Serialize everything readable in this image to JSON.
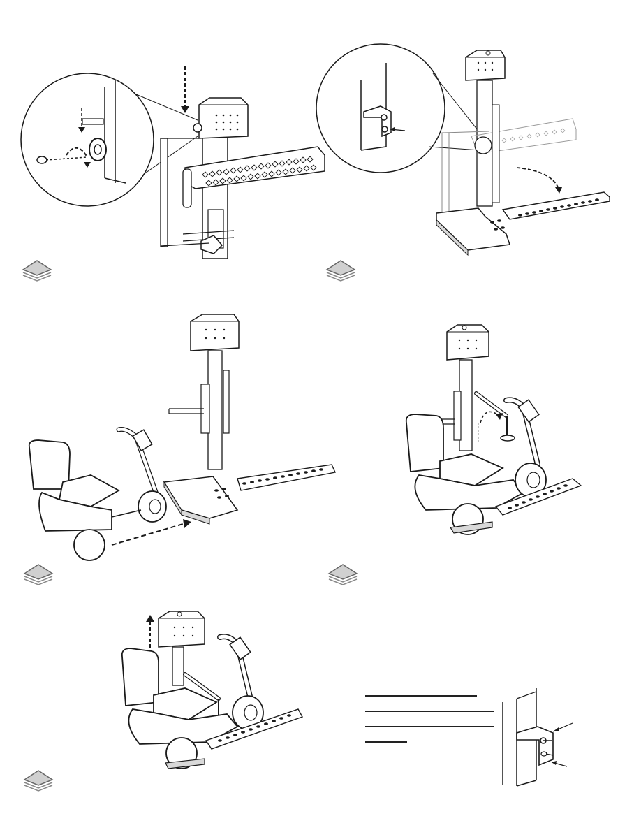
{
  "page": {
    "steps": [
      {
        "id": "step-1",
        "icon": "step-stack-icon"
      },
      {
        "id": "step-2",
        "icon": "step-stack-icon"
      },
      {
        "id": "step-3",
        "icon": "step-stack-icon"
      },
      {
        "id": "step-4",
        "icon": "step-stack-icon"
      },
      {
        "id": "step-5",
        "icon": "step-stack-icon"
      }
    ]
  },
  "colors": {
    "ink": "#1a1a1a",
    "fill": "#ffffff",
    "shade": "#d9d9d9"
  }
}
